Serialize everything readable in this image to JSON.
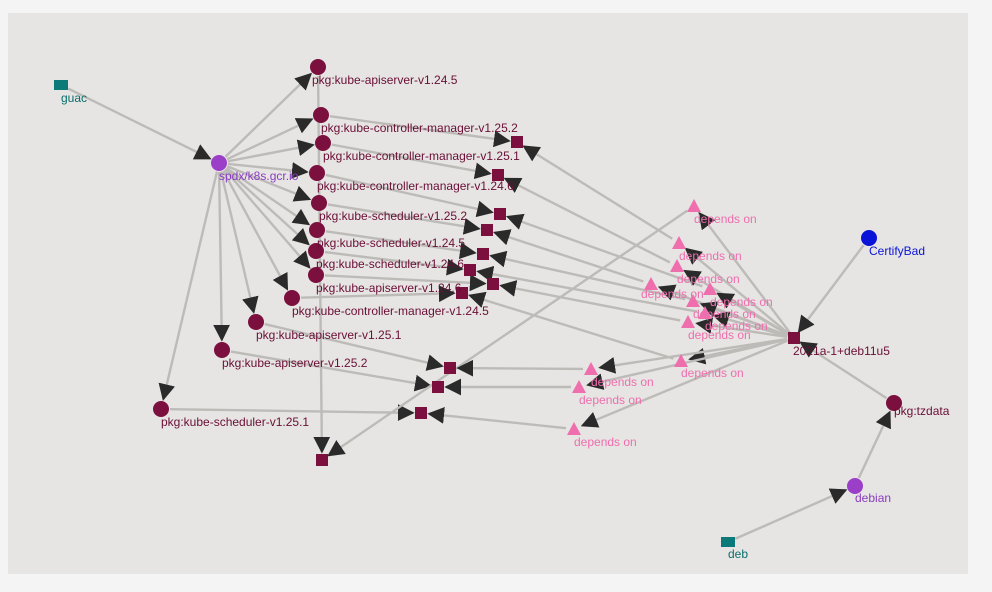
{
  "colors": {
    "package": "#7b0f3e",
    "source": "#9b3fc8",
    "builder": "#0b7a78",
    "certify_bad": "#0a14d9",
    "dependency": "#ee6eae",
    "edge": "#bdbbb8"
  },
  "graph": {
    "nodes": [
      {
        "id": "guac",
        "label": "guac",
        "shape": "rect",
        "kind": "builder"
      },
      {
        "id": "spdx",
        "label": "spdx/k8s.gcr.io",
        "shape": "circle",
        "kind": "source"
      },
      {
        "id": "p1",
        "label": "pkg:kube-apiserver-v1.24.5",
        "shape": "circle",
        "kind": "package"
      },
      {
        "id": "p2",
        "label": "pkg:kube-controller-manager-v1.25.2",
        "shape": "circle",
        "kind": "package"
      },
      {
        "id": "p3",
        "label": "pkg:kube-controller-manager-v1.25.1",
        "shape": "circle",
        "kind": "package"
      },
      {
        "id": "p4",
        "label": "pkg:kube-controller-manager-v1.24.6",
        "shape": "circle",
        "kind": "package"
      },
      {
        "id": "p5",
        "label": "pkg:kube-scheduler-v1.25.2",
        "shape": "circle",
        "kind": "package"
      },
      {
        "id": "p6",
        "label": "pkg:kube-scheduler-v1.24.5",
        "shape": "circle",
        "kind": "package"
      },
      {
        "id": "p7",
        "label": "pkg:kube-scheduler-v1.24.6",
        "shape": "circle",
        "kind": "package"
      },
      {
        "id": "p8",
        "label": "pkg:kube-apiserver-v1.24.6",
        "shape": "circle",
        "kind": "package"
      },
      {
        "id": "p9",
        "label": "pkg:kube-controller-manager-v1.24.5",
        "shape": "circle",
        "kind": "package"
      },
      {
        "id": "p10",
        "label": "pkg:kube-apiserver-v1.25.1",
        "shape": "circle",
        "kind": "package"
      },
      {
        "id": "p11",
        "label": "pkg:kube-apiserver-v1.25.2",
        "shape": "circle",
        "kind": "package"
      },
      {
        "id": "p12",
        "label": "pkg:kube-scheduler-v1.25.1",
        "shape": "circle",
        "kind": "package"
      },
      {
        "id": "v",
        "label": "2021a-1+deb11u5",
        "shape": "square",
        "kind": "package"
      },
      {
        "id": "cb",
        "label": "CertifyBad",
        "shape": "circle",
        "kind": "certify_bad"
      },
      {
        "id": "tz",
        "label": "pkg:tzdata",
        "shape": "circle",
        "kind": "package"
      },
      {
        "id": "debian",
        "label": "debian",
        "shape": "circle",
        "kind": "source"
      },
      {
        "id": "deb",
        "label": "deb",
        "shape": "rect",
        "kind": "builder"
      },
      {
        "id": "s1",
        "label": "",
        "shape": "square",
        "kind": "package"
      },
      {
        "id": "s2",
        "label": "",
        "shape": "square",
        "kind": "package"
      },
      {
        "id": "s3",
        "label": "",
        "shape": "square",
        "kind": "package"
      },
      {
        "id": "s4",
        "label": "",
        "shape": "square",
        "kind": "package"
      },
      {
        "id": "s5",
        "label": "",
        "shape": "square",
        "kind": "package"
      },
      {
        "id": "s6",
        "label": "",
        "shape": "square",
        "kind": "package"
      },
      {
        "id": "s7",
        "label": "",
        "shape": "square",
        "kind": "package"
      },
      {
        "id": "s8",
        "label": "",
        "shape": "square",
        "kind": "package"
      },
      {
        "id": "s9",
        "label": "",
        "shape": "square",
        "kind": "package"
      },
      {
        "id": "s10",
        "label": "",
        "shape": "square",
        "kind": "package"
      },
      {
        "id": "s11",
        "label": "",
        "shape": "square",
        "kind": "package"
      },
      {
        "id": "s12",
        "label": "",
        "shape": "square",
        "kind": "package"
      },
      {
        "id": "d1",
        "label": "depends on",
        "shape": "triangle",
        "kind": "dependency"
      },
      {
        "id": "d2",
        "label": "depends on",
        "shape": "triangle",
        "kind": "dependency"
      },
      {
        "id": "d3",
        "label": "depends on",
        "shape": "triangle",
        "kind": "dependency"
      },
      {
        "id": "d4",
        "label": "depends on",
        "shape": "triangle",
        "kind": "dependency"
      },
      {
        "id": "d5",
        "label": "depends on",
        "shape": "triangle",
        "kind": "dependency"
      },
      {
        "id": "d6",
        "label": "depends on",
        "shape": "triangle",
        "kind": "dependency"
      },
      {
        "id": "d7",
        "label": "depends on",
        "shape": "triangle",
        "kind": "dependency"
      },
      {
        "id": "d8",
        "label": "depends on",
        "shape": "triangle",
        "kind": "dependency"
      },
      {
        "id": "d9",
        "label": "depends on",
        "shape": "triangle",
        "kind": "dependency"
      },
      {
        "id": "d10",
        "label": "depends on",
        "shape": "triangle",
        "kind": "dependency"
      },
      {
        "id": "d11",
        "label": "depends on",
        "shape": "triangle",
        "kind": "dependency"
      },
      {
        "id": "d12",
        "label": "depends on",
        "shape": "triangle",
        "kind": "dependency"
      }
    ],
    "edges": [
      {
        "from": "guac",
        "to": "spdx"
      },
      {
        "from": "spdx",
        "to": "p1"
      },
      {
        "from": "spdx",
        "to": "p2"
      },
      {
        "from": "spdx",
        "to": "p3"
      },
      {
        "from": "spdx",
        "to": "p4"
      },
      {
        "from": "spdx",
        "to": "p5"
      },
      {
        "from": "spdx",
        "to": "p6"
      },
      {
        "from": "spdx",
        "to": "p7"
      },
      {
        "from": "spdx",
        "to": "p8"
      },
      {
        "from": "spdx",
        "to": "p9"
      },
      {
        "from": "spdx",
        "to": "p10"
      },
      {
        "from": "spdx",
        "to": "p11"
      },
      {
        "from": "spdx",
        "to": "p12"
      },
      {
        "from": "p2",
        "to": "s1"
      },
      {
        "from": "p3",
        "to": "s2"
      },
      {
        "from": "p4",
        "to": "s3"
      },
      {
        "from": "p5",
        "to": "s4"
      },
      {
        "from": "p6",
        "to": "s5"
      },
      {
        "from": "p7",
        "to": "s6"
      },
      {
        "from": "p8",
        "to": "s7"
      },
      {
        "from": "p9",
        "to": "s8"
      },
      {
        "from": "p10",
        "to": "s9"
      },
      {
        "from": "p11",
        "to": "s10"
      },
      {
        "from": "p12",
        "to": "s11"
      },
      {
        "from": "p1",
        "to": "s12"
      },
      {
        "from": "d1",
        "to": "s12"
      },
      {
        "from": "d2",
        "to": "s1"
      },
      {
        "from": "d3",
        "to": "s2"
      },
      {
        "from": "d4",
        "to": "s3"
      },
      {
        "from": "d5",
        "to": "s4"
      },
      {
        "from": "d6",
        "to": "s5"
      },
      {
        "from": "d7",
        "to": "s6"
      },
      {
        "from": "d8",
        "to": "s7"
      },
      {
        "from": "d9",
        "to": "s8"
      },
      {
        "from": "d10",
        "to": "s9"
      },
      {
        "from": "d11",
        "to": "s10"
      },
      {
        "from": "d12",
        "to": "s11"
      },
      {
        "from": "v",
        "to": "d1"
      },
      {
        "from": "v",
        "to": "d2"
      },
      {
        "from": "v",
        "to": "d3"
      },
      {
        "from": "v",
        "to": "d4"
      },
      {
        "from": "v",
        "to": "d5"
      },
      {
        "from": "v",
        "to": "d6"
      },
      {
        "from": "v",
        "to": "d7"
      },
      {
        "from": "v",
        "to": "d8"
      },
      {
        "from": "v",
        "to": "d9"
      },
      {
        "from": "v",
        "to": "d10"
      },
      {
        "from": "v",
        "to": "d11"
      },
      {
        "from": "v",
        "to": "d12"
      },
      {
        "from": "cb",
        "to": "v"
      },
      {
        "from": "tz",
        "to": "v"
      },
      {
        "from": "debian",
        "to": "tz"
      },
      {
        "from": "deb",
        "to": "debian"
      }
    ]
  }
}
